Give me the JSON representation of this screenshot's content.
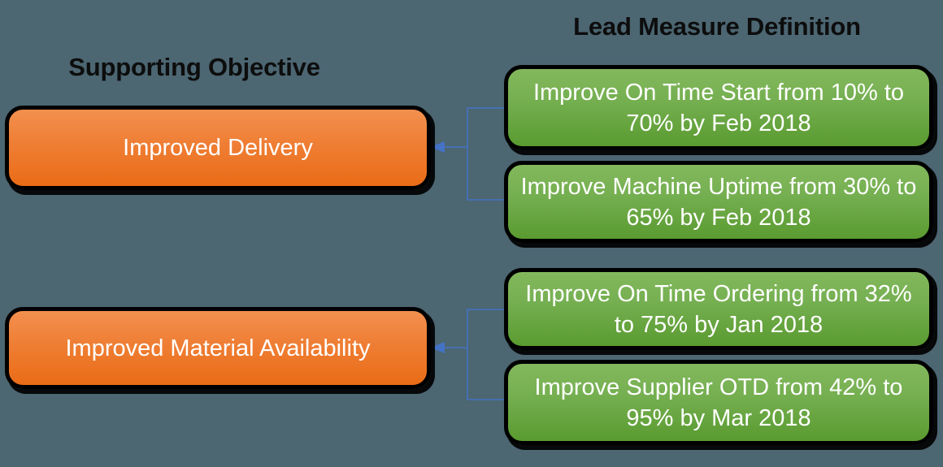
{
  "background_color": "#4c6672",
  "columns": {
    "left": {
      "title": "Supporting Objective",
      "accent_color": "#ee7722"
    },
    "right": {
      "title": "Lead Measure Definition",
      "accent_color": "#6fae4b"
    }
  },
  "groups": [
    {
      "objective": "Improved Delivery",
      "lead_measures": [
        "Improve On Time Start from 10% to 70% by Feb 2018",
        "Improve Machine Uptime from 30% to 65% by Feb 2018"
      ]
    },
    {
      "objective": "Improved Material Availability",
      "lead_measures": [
        "Improve On Time Ordering from 32% to 75% by Jan 2018",
        "Improve Supplier OTD from 42% to 95% by Mar 2018"
      ]
    }
  ],
  "connector": {
    "color": "#4472c4",
    "arrow_direction": "left"
  }
}
